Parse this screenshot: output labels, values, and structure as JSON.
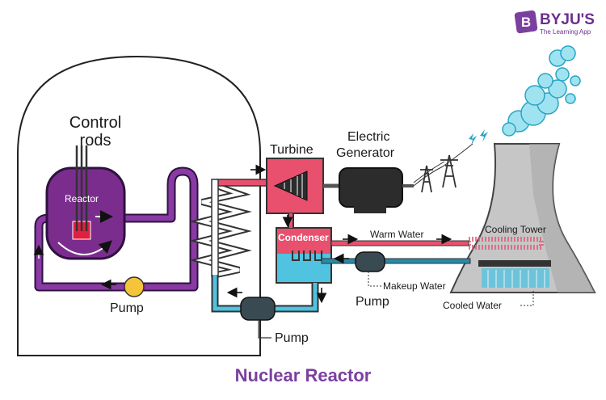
{
  "brand": {
    "name": "BYJU'S",
    "tagline": "The Learning App",
    "logo_letter": "B",
    "color": "#7b3fa0"
  },
  "title": "Nuclear Reactor",
  "labels": {
    "control_rods_line1": "Control",
    "control_rods_line2": "rods",
    "reactor": "Reactor",
    "pump_primary": "Pump",
    "turbine": "Turbine",
    "generator_line1": "Electric",
    "generator_line2": "Generator",
    "condenser": "Condenser",
    "warm_water": "Warm Water",
    "cooling_tower": "Cooling Tower",
    "makeup_water": "Makeup Water",
    "pump_cooling": "Pump",
    "cooled_water": "Cooled Water",
    "pump_feed": "Pump"
  },
  "colors": {
    "primary_loop": "#7b2d8e",
    "steam_pink": "#e8506e",
    "water_cyan": "#4fc3e0",
    "title": "#7b3fa0",
    "pump_yellow": "#f4c53a",
    "dark_pump": "#3a4a52",
    "tower": "#bdbdbd"
  }
}
